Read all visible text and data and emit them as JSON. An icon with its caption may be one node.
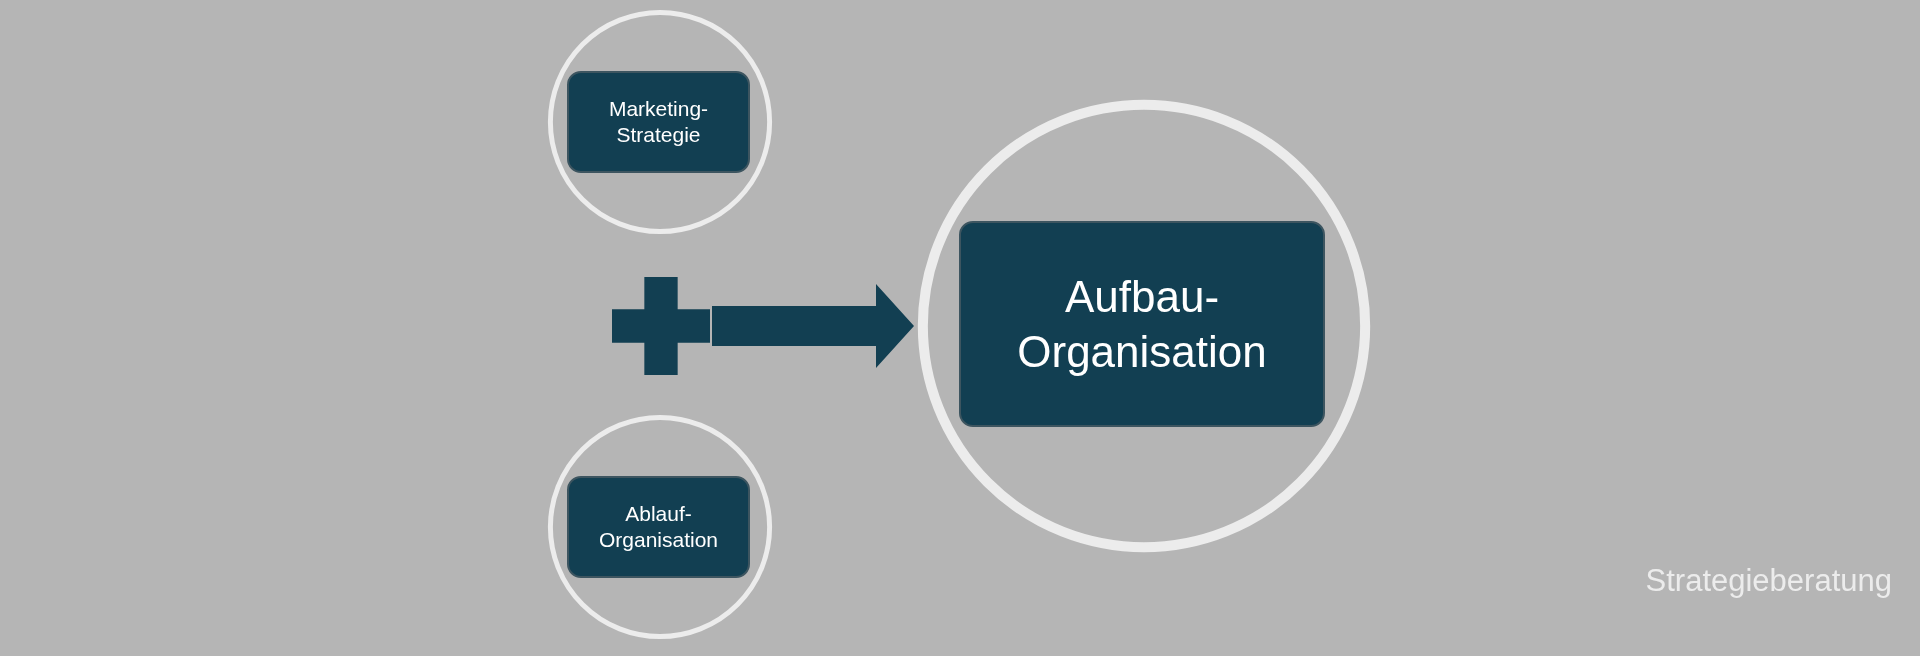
{
  "diagram": {
    "nodes": [
      {
        "text": [],
        "shape": "circle"
      },
      {
        "text": [
          "Marketing- Strategie"
        ],
        "in": 0
      },
      {
        "text": [],
        "shape": "circle"
      },
      {
        "text": [
          "Ablauf- Organisation"
        ],
        "in": 2
      },
      {
        "text": [],
        "shape": "circle"
      },
      {
        "text": [
          "Aufbau- Organisation"
        ],
        "in": 4
      },
      {
        "text": [],
        "shape": "plus"
      }
    ],
    "edges": [
      {
        "from": 6,
        "to": 4,
        "arrow": "to",
        "style": "thick"
      }
    ],
    "labels": [
      "Strategieberatung"
    ]
  }
}
